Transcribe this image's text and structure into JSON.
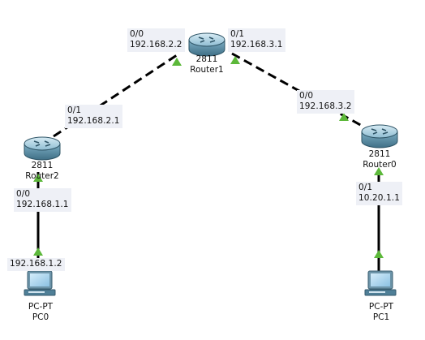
{
  "colors": {
    "link": "#000000",
    "port_up": "#5cb83a",
    "router_body": "#5b8fa8",
    "router_top": "#9ec5d8",
    "pc_screen": "#a9d3ee",
    "pc_body": "#4f7f97",
    "label_bg": "#eef0f6"
  },
  "devices": {
    "router1": {
      "model": "2811",
      "name": "Router1",
      "icon": "router-icon"
    },
    "router2": {
      "model": "2811",
      "name": "Router2",
      "icon": "router-icon"
    },
    "router0": {
      "model": "2811",
      "name": "Router0",
      "icon": "router-icon"
    },
    "pc0": {
      "model": "PC-PT",
      "name": "PC0",
      "icon": "pc-icon"
    },
    "pc1": {
      "model": "PC-PT",
      "name": "PC1",
      "icon": "pc-icon"
    }
  },
  "ports": {
    "r1_p00": {
      "port": "0/0",
      "ip": "192.168.2.2"
    },
    "r1_p01": {
      "port": "0/1",
      "ip": "192.168.3.1"
    },
    "r2_p01": {
      "port": "0/1",
      "ip": "192.168.2.1"
    },
    "r0_p00": {
      "port": "0/0",
      "ip": "192.168.3.2"
    },
    "r2_p00": {
      "port": "0/0",
      "ip": "192.168.1.1"
    },
    "r0_p01": {
      "port": "0/1",
      "ip": "10.20.1.1"
    },
    "pc0_ip": {
      "ip": "192.168.1.2"
    }
  },
  "links": [
    {
      "from": "router2",
      "to": "router1",
      "type": "crossover"
    },
    {
      "from": "router1",
      "to": "router0",
      "type": "crossover"
    },
    {
      "from": "router2",
      "to": "pc0",
      "type": "straight"
    },
    {
      "from": "router0",
      "to": "pc1",
      "type": "straight"
    }
  ]
}
